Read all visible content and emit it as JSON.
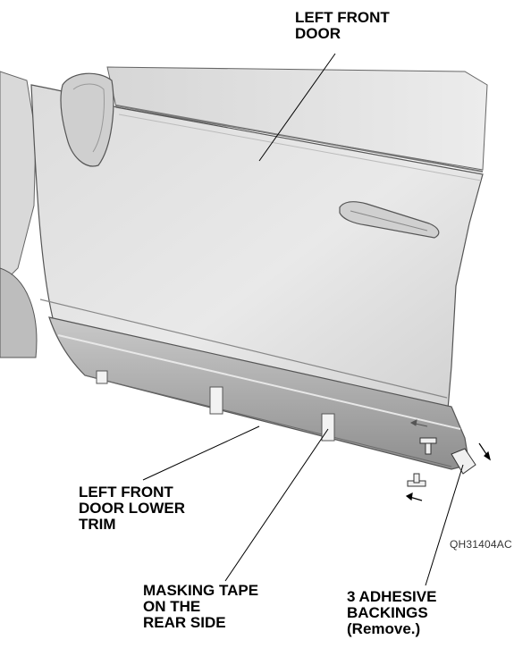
{
  "callouts": {
    "left_front_door": [
      "LEFT FRONT",
      "DOOR"
    ],
    "door_lower_trim": [
      "LEFT FRONT",
      "DOOR LOWER",
      "TRIM"
    ],
    "masking_tape": [
      "MASKING TAPE",
      "ON THE",
      "REAR SIDE"
    ],
    "adhesive_backings": [
      "3 ADHESIVE",
      "BACKINGS",
      "(Remove.)"
    ]
  },
  "illustration_code": "QH31404AC",
  "colors": {
    "door_light": "#e6e6e6",
    "door_mid": "#cfcfcf",
    "door_dark": "#9a9a9a",
    "outline": "#555555",
    "leader": "#000000"
  }
}
